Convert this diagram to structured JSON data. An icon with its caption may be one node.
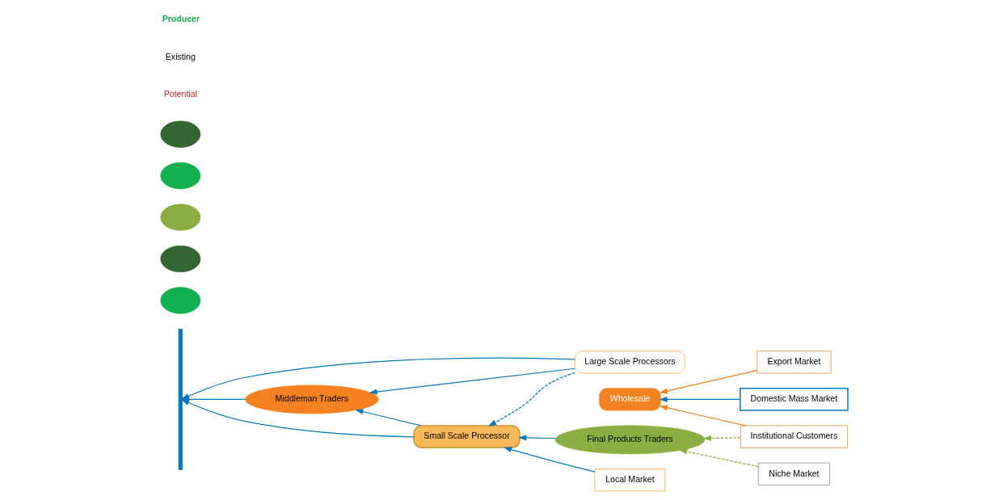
{
  "diagram": {
    "nodes": [
      {
        "text": [],
        "shape": "bracket"
      },
      {
        "text": [],
        "shape": "circle"
      },
      {
        "text": [],
        "shape": "circle"
      },
      {
        "text": [],
        "shape": "circle"
      },
      {
        "text": [],
        "shape": "circle"
      },
      {
        "text": [],
        "shape": "circle"
      },
      {
        "text": [
          "Large Scale Processors"
        ]
      },
      {
        "text": [
          "Export Market"
        ]
      },
      {
        "text": [
          "Wholesale"
        ]
      },
      {
        "text": [
          "Domestic Mass Market"
        ]
      },
      {
        "text": [
          "Middleman Traders"
        ]
      },
      {
        "text": [
          "Final Products Traders"
        ]
      },
      {
        "text": [
          "Institutional Customers"
        ]
      },
      {
        "text": [
          "Niche Market"
        ]
      },
      {
        "text": [
          "Small Scale Processor"
        ]
      },
      {
        "text": [
          "Local Market"
        ]
      }
    ],
    "edges": [
      {
        "from": 6,
        "to": 0,
        "arrow": "to"
      },
      {
        "from": 10,
        "to": 0,
        "arrow": "to"
      },
      {
        "from": 14,
        "to": 0,
        "arrow": "to"
      },
      {
        "from": 6,
        "to": 10,
        "arrow": "to"
      },
      {
        "from": 6,
        "to": 14,
        "arrow": "to",
        "style": "dashed"
      },
      {
        "from": 14,
        "to": 10,
        "arrow": "to"
      },
      {
        "from": 11,
        "to": 14,
        "arrow": "to"
      },
      {
        "from": 15,
        "to": 14,
        "arrow": "to"
      },
      {
        "from": 7,
        "to": 8,
        "arrow": "to",
        "color": "#f58220"
      },
      {
        "from": 9,
        "to": 8,
        "arrow": "to"
      },
      {
        "from": 12,
        "to": 8,
        "arrow": "to",
        "color": "#f58220"
      },
      {
        "from": 12,
        "to": 11,
        "arrow": "to",
        "style": "dashed",
        "color": "#8aae42"
      },
      {
        "from": 13,
        "to": 11,
        "arrow": "to",
        "style": "dashed",
        "color": "#8aae42"
      }
    ],
    "labels": [
      "Producer"
    ],
    "legend": [
      {
        "text": "Existing"
      },
      {
        "text": "Potential"
      }
    ]
  }
}
